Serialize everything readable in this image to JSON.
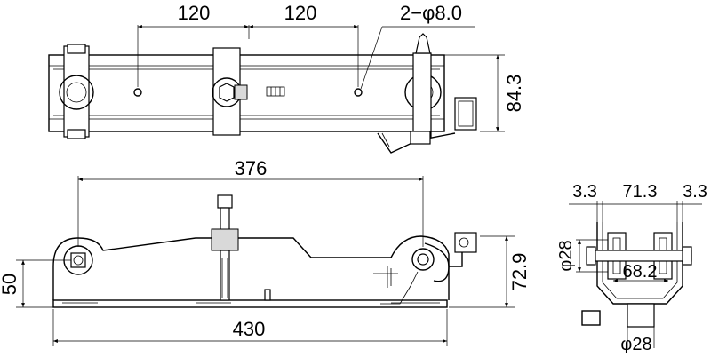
{
  "top_view": {
    "dim_left_spacing": "120",
    "dim_right_spacing": "120",
    "dim_hole": "2−φ8.0",
    "dim_height": "84.3"
  },
  "front_view": {
    "dim_pin_span": "376",
    "dim_overall_length": "430",
    "dim_pin_height": "50",
    "dim_total_height": "72.9"
  },
  "end_view": {
    "dim_wall_left": "3.3",
    "dim_inner_width": "71.3",
    "dim_wall_right": "3.3",
    "dim_roller_dia": "φ28",
    "dim_roller_span": "68.2",
    "dim_bottom_dia": "φ28"
  }
}
